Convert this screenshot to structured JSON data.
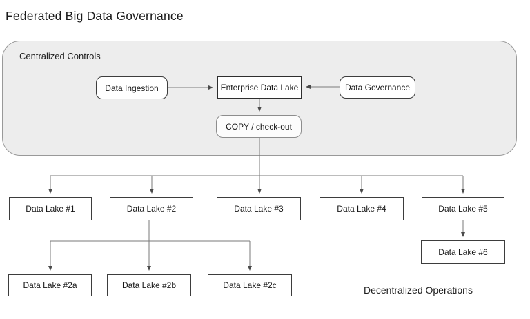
{
  "title": "Federated Big Data Governance",
  "container": {
    "label": "Centralized Controls"
  },
  "footer_label": "Decentralized Operations",
  "nodes": {
    "data_ingestion": "Data Ingestion",
    "enterprise_data_lake": "Enterprise Data Lake",
    "data_governance": "Data Governance",
    "copy_checkout": "COPY / check-out",
    "lake1": "Data Lake #1",
    "lake2": "Data Lake #2",
    "lake3": "Data Lake #3",
    "lake4": "Data Lake #4",
    "lake5": "Data Lake #5",
    "lake6": "Data Lake #6",
    "lake2a": "Data Lake #2a",
    "lake2b": "Data Lake #2b",
    "lake2c": "Data Lake #2c"
  },
  "colors": {
    "container_fill": "#ededed",
    "container_border": "#999999",
    "box_border": "#3d3d3d",
    "emphasis_border": "#2e2e2e",
    "connector": "#7a7a7a",
    "arrowhead": "#4a4a4a",
    "text": "#1d1d1d",
    "background": "#ffffff"
  }
}
